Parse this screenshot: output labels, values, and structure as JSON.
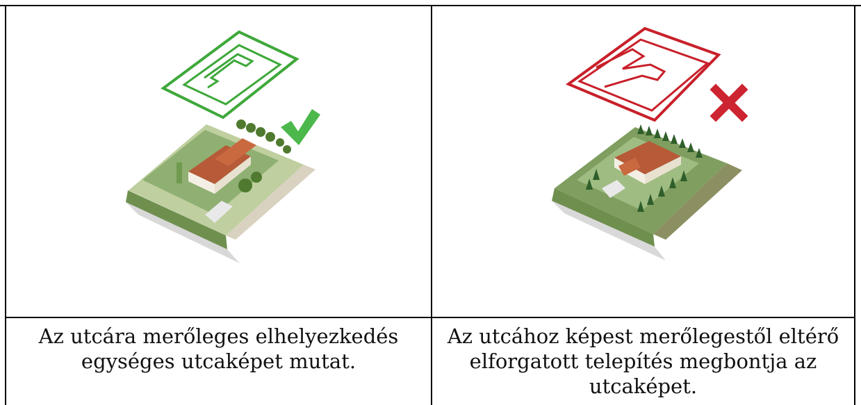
{
  "table": {
    "rows": [
      {
        "left": {
          "illustration": {
            "icon": "checkmark-icon",
            "outline_color": "#3ea83a",
            "accent_color": "#3ea83a"
          }
        },
        "right": {
          "illustration": {
            "icon": "cross-icon",
            "outline_color": "#c8202a",
            "accent_color": "#c8202a"
          }
        }
      }
    ],
    "captions": {
      "left_lines": [
        "Az utcára merőleges elhelyezkedés",
        "egységes utcaképet mutat."
      ],
      "right_lines": [
        "Az utcához képest merőlegestől eltérő",
        "elforgatott telepítés megbontja az",
        "utcaképet."
      ]
    }
  }
}
